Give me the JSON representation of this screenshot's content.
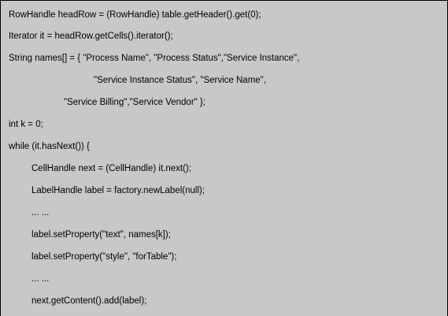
{
  "code": {
    "lines": [
      "RowHandle headRow = (RowHandle) table.getHeader().get(0);",
      "Iterator it = headRow.getCells().iterator();",
      "String names[] = { \"Process Name\", \"Process Status\",\"Service Instance\",",
      "\"Service Instance Status\", \"Service Name\",",
      "\"Service Billing\",\"Service Vendor\" };",
      "int k = 0;",
      "while (it.hasNext()) {",
      "CellHandle next = (CellHandle) it.next();",
      "LabelHandle label = factory.newLabel(null);",
      "... ...",
      "label.setProperty(\"text\", names[k]);",
      "label.setProperty(\"style\", \"forTable\");",
      "... ...",
      "next.getContent().add(label);"
    ]
  },
  "colors": {
    "panel_background": "#c8c8c8",
    "border": "#000000",
    "text": "#000000"
  }
}
